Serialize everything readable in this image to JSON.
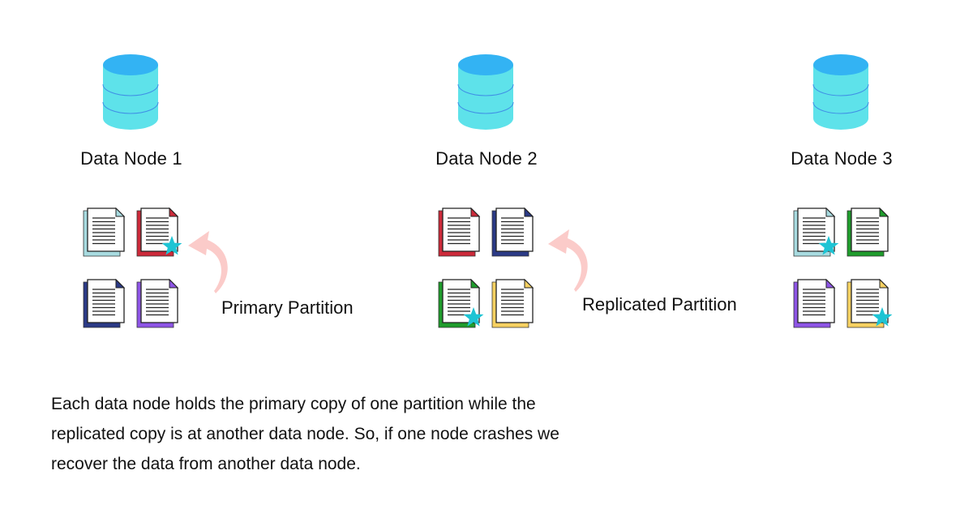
{
  "colors": {
    "db_top": "#33b3f3",
    "db_body": "#5ee2ea",
    "db_line": "#3f8ee6",
    "star": "#1ec4d4",
    "arrow": "#fbcbc9",
    "doc_colors": {
      "teal": "#a8dbe0",
      "red": "#cc2a3a",
      "navy": "#2b3a86",
      "purple": "#8e55e6",
      "green": "#1f9c2c",
      "yellow": "#f7d162"
    }
  },
  "nodes": [
    {
      "label": "Data Node 1",
      "docs": [
        {
          "color": "teal",
          "star": false
        },
        {
          "color": "red",
          "star": true
        },
        {
          "color": "navy",
          "star": false
        },
        {
          "color": "purple",
          "star": false
        }
      ]
    },
    {
      "label": "Data Node 2",
      "docs": [
        {
          "color": "red",
          "star": false
        },
        {
          "color": "navy",
          "star": false
        },
        {
          "color": "green",
          "star": true
        },
        {
          "color": "yellow",
          "star": false
        }
      ]
    },
    {
      "label": "Data Node 3",
      "docs": [
        {
          "color": "teal",
          "star": true
        },
        {
          "color": "green",
          "star": false
        },
        {
          "color": "purple",
          "star": false
        },
        {
          "color": "yellow",
          "star": true
        }
      ]
    }
  ],
  "annotations": {
    "primary": "Primary Partition",
    "replicated": "Replicated Partition"
  },
  "description": [
    "Each data node holds the primary copy of one partition while the",
    "replicated copy is at another data node. So, if one node crashes we",
    "recover the data from another data node."
  ]
}
